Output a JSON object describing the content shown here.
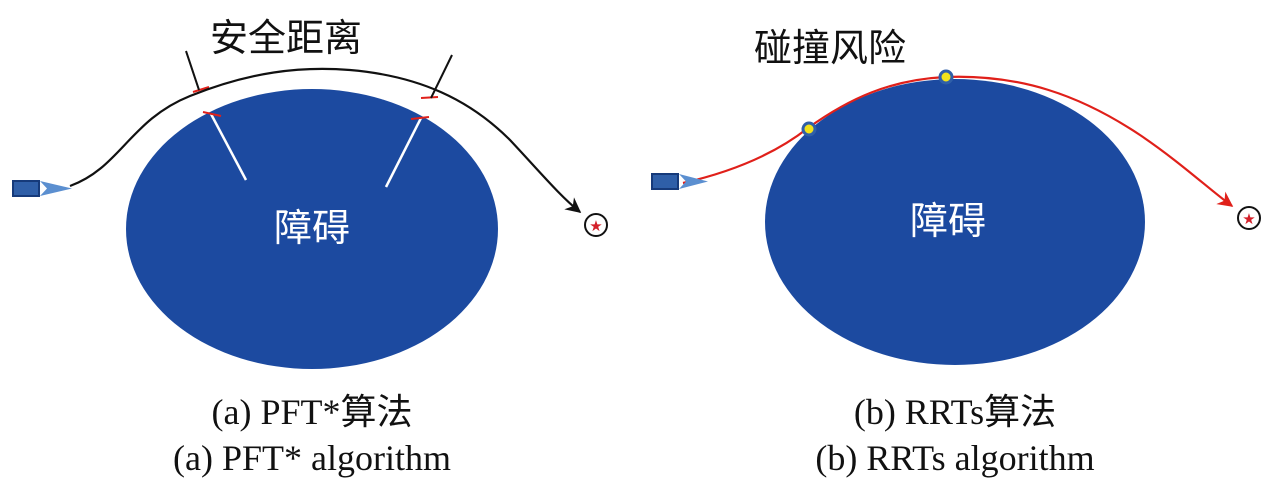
{
  "panels": [
    {
      "id": "a",
      "obstacle_label": "障碍",
      "annotation": "安全距离",
      "caption_cn": "(a) PFT*算法",
      "caption_en": "(a) PFT* algorithm"
    },
    {
      "id": "b",
      "obstacle_label": "障碍",
      "annotation": "碰撞风险",
      "caption_cn": "(b) RRTs算法",
      "caption_en": "(b) RRTs algorithm"
    }
  ],
  "colors": {
    "obstacle": "#1c4aa0",
    "path_a": "#111111",
    "path_b": "#e0201a",
    "ship": "#2f5fa8",
    "goal_star": "#d4202a",
    "collision_point": "#f2e21a",
    "safety_mark": "#e0201a"
  },
  "icons": {
    "ship": "ship-icon",
    "goal": "goal-star-icon",
    "collision": "collision-point-icon"
  }
}
